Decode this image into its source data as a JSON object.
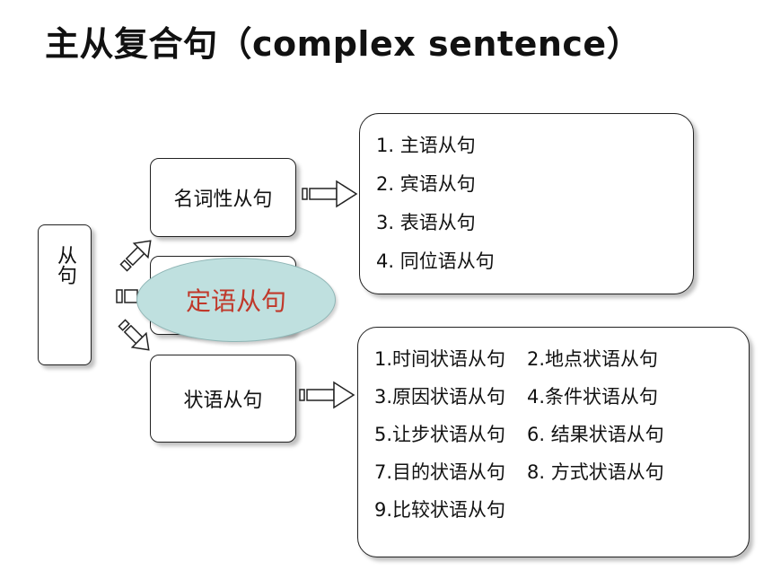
{
  "title": "主从复合句（complex sentence）",
  "root": {
    "label": "从句"
  },
  "categories": {
    "noun": "名词性从句",
    "attributive": "定语从句",
    "adverbial": "状语从句"
  },
  "noun_clauses": [
    "1. 主语从句",
    "2. 宾语从句",
    "3. 表语从句",
    "4. 同位语从句"
  ],
  "adverbial_clauses": [
    [
      "1.时间状语从句",
      "2.地点状语从句"
    ],
    [
      "3.原因状语从句",
      "4.条件状语从句"
    ],
    [
      "5.让步状语从句",
      "6. 结果状语从句"
    ],
    [
      "7.目的状语从句",
      "8. 方式状语从句"
    ],
    [
      "9.比较状语从句",
      ""
    ]
  ],
  "colors": {
    "oval_fill": "#bfe0df",
    "oval_text": "#c0392b",
    "border": "#222222"
  }
}
